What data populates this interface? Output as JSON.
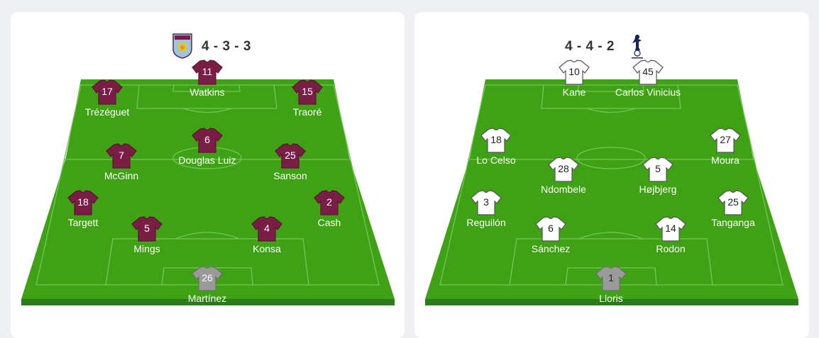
{
  "colors": {
    "background": "#eef0f3",
    "pitch_green": "#3fa214",
    "pitch_edge": "#2b7a1b",
    "home_shirt": "#7b1e46",
    "away_shirt": "#ffffff",
    "goalkeeper_shirt": "#9a9a9a"
  },
  "home": {
    "formation": "4 - 3 - 3",
    "crest_icon": "aston-villa-crest-icon",
    "players": [
      {
        "number": "11",
        "name": "Watkins"
      },
      {
        "number": "17",
        "name": "Trézéguet"
      },
      {
        "number": "15",
        "name": "Traoré"
      },
      {
        "number": "6",
        "name": "Douglas Luiz"
      },
      {
        "number": "7",
        "name": "McGinn"
      },
      {
        "number": "25",
        "name": "Sanson"
      },
      {
        "number": "18",
        "name": "Targett"
      },
      {
        "number": "2",
        "name": "Cash"
      },
      {
        "number": "5",
        "name": "Mings"
      },
      {
        "number": "4",
        "name": "Konsa"
      },
      {
        "number": "26",
        "name": "Martínez"
      }
    ]
  },
  "away": {
    "formation": "4 - 4 - 2",
    "crest_icon": "tottenham-crest-icon",
    "players": [
      {
        "number": "10",
        "name": "Kane"
      },
      {
        "number": "45",
        "name": "Carlos Vinicius"
      },
      {
        "number": "18",
        "name": "Lo Celso"
      },
      {
        "number": "27",
        "name": "Moura"
      },
      {
        "number": "28",
        "name": "Ndombele"
      },
      {
        "number": "5",
        "name": "Højbjerg"
      },
      {
        "number": "3",
        "name": "Reguilón"
      },
      {
        "number": "25",
        "name": "Tanganga"
      },
      {
        "number": "6",
        "name": "Sánchez"
      },
      {
        "number": "14",
        "name": "Rodon"
      },
      {
        "number": "1",
        "name": "Lloris"
      }
    ]
  }
}
